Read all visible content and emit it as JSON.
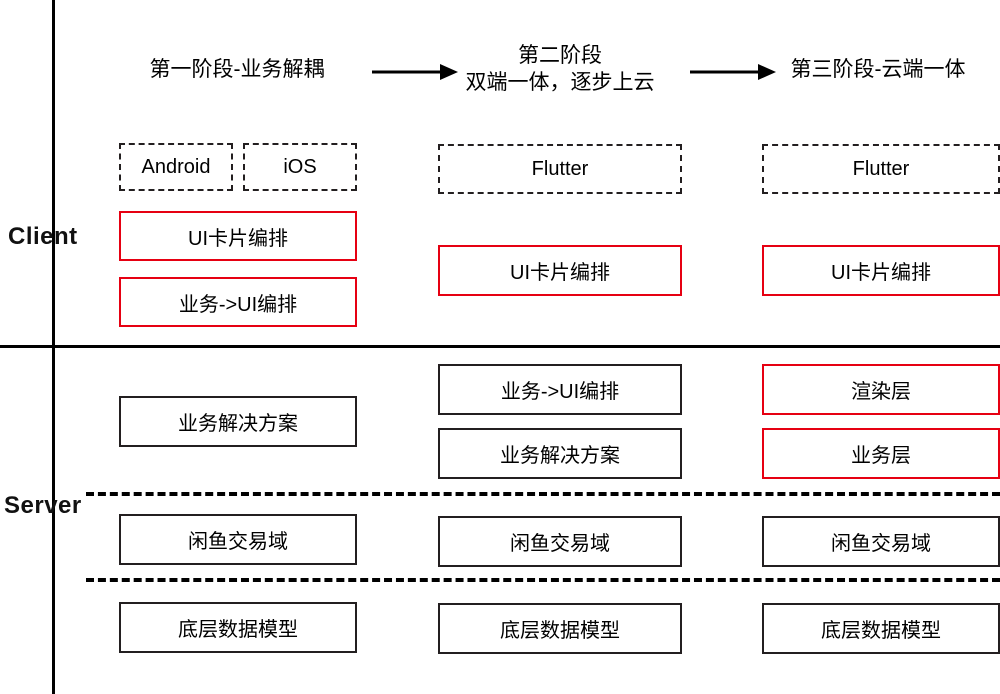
{
  "diagram": {
    "title_phases": [
      {
        "text": "第一阶段-业务解耦"
      },
      {
        "text": "第二阶段\n双端一体，逐步上云"
      },
      {
        "text": "第三阶段-云端一体"
      }
    ],
    "side_labels": {
      "client": "Client",
      "server": "Server"
    },
    "arrows": [
      {
        "name": "arrow-phase1-to-phase2"
      },
      {
        "name": "arrow-phase2-to-phase3"
      }
    ],
    "colors": {
      "red": "#e60012",
      "black": "#231f20",
      "background": "#ffffff"
    },
    "columns": [
      {
        "name": "phase-1",
        "client_boxes": [
          {
            "label": "Android",
            "style": "dashed-black"
          },
          {
            "label": "iOS",
            "style": "dashed-black"
          },
          {
            "label": "UI卡片编排",
            "style": "solid-red"
          },
          {
            "label": "业务->UI编排",
            "style": "solid-red"
          }
        ],
        "server_boxes": [
          {
            "label": "业务解决方案",
            "style": "solid-black"
          },
          {
            "label": "闲鱼交易域",
            "style": "solid-black"
          },
          {
            "label": "底层数据模型",
            "style": "solid-black"
          }
        ]
      },
      {
        "name": "phase-2",
        "client_boxes": [
          {
            "label": "Flutter",
            "style": "dashed-black"
          },
          {
            "label": "UI卡片编排",
            "style": "solid-red"
          }
        ],
        "server_boxes": [
          {
            "label": "业务->UI编排",
            "style": "solid-black"
          },
          {
            "label": "业务解决方案",
            "style": "solid-black"
          },
          {
            "label": "闲鱼交易域",
            "style": "solid-black"
          },
          {
            "label": "底层数据模型",
            "style": "solid-black"
          }
        ]
      },
      {
        "name": "phase-3",
        "client_boxes": [
          {
            "label": "Flutter",
            "style": "dashed-black"
          },
          {
            "label": "UI卡片编排",
            "style": "solid-red"
          }
        ],
        "server_boxes": [
          {
            "label": "渲染层",
            "style": "solid-red"
          },
          {
            "label": "业务层",
            "style": "solid-red"
          },
          {
            "label": "闲鱼交易域",
            "style": "solid-black"
          },
          {
            "label": "底层数据模型",
            "style": "solid-black"
          }
        ]
      }
    ]
  }
}
